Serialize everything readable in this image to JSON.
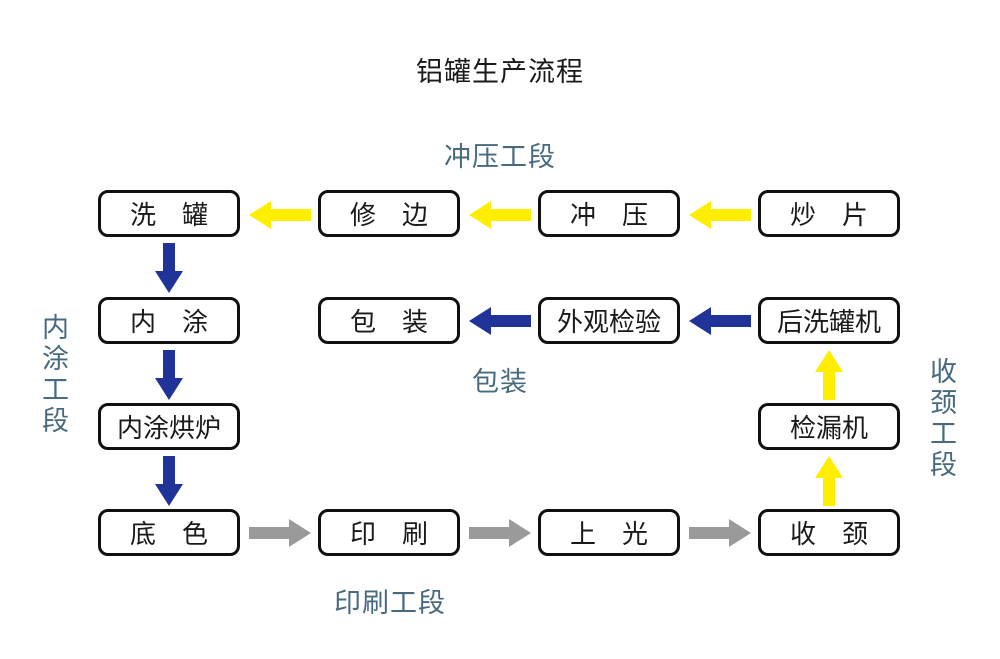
{
  "title": "铝罐生产流程",
  "section_labels": {
    "stamping": "冲压工段",
    "packing": "包装",
    "printing": "印刷工段",
    "inner_coating": "内涂工段",
    "necking": "收颈工段"
  },
  "boxes": [
    {
      "id": "xi-guan",
      "label": "洗　罐"
    },
    {
      "id": "xiu-bian",
      "label": "修　边"
    },
    {
      "id": "chong-ya",
      "label": "冲　压"
    },
    {
      "id": "chao-pian",
      "label": "炒　片"
    },
    {
      "id": "nei-tu",
      "label": "内　涂"
    },
    {
      "id": "bao-zhuang",
      "label": "包　装"
    },
    {
      "id": "wai-guan-jian-yan",
      "label": "外观检验"
    },
    {
      "id": "hou-xi-guan-ji",
      "label": "后洗罐机"
    },
    {
      "id": "nei-tu-hong-lu",
      "label": "内涂烘炉"
    },
    {
      "id": "jian-lou-ji",
      "label": "检漏机"
    },
    {
      "id": "di-se",
      "label": "底　色"
    },
    {
      "id": "yin-shua",
      "label": "印　刷"
    },
    {
      "id": "shang-guang",
      "label": "上　光"
    },
    {
      "id": "shou-jing",
      "label": "收　颈"
    }
  ],
  "edges": [
    {
      "from": "炒片",
      "to": "冲压",
      "color": "yellow",
      "direction": "left"
    },
    {
      "from": "冲压",
      "to": "修边",
      "color": "yellow",
      "direction": "left"
    },
    {
      "from": "修边",
      "to": "洗罐",
      "color": "yellow",
      "direction": "left"
    },
    {
      "from": "洗罐",
      "to": "内涂",
      "color": "blue",
      "direction": "down"
    },
    {
      "from": "内涂",
      "to": "内涂烘炉",
      "color": "blue",
      "direction": "down"
    },
    {
      "from": "内涂烘炉",
      "to": "底色",
      "color": "blue",
      "direction": "down"
    },
    {
      "from": "底色",
      "to": "印刷",
      "color": "gray",
      "direction": "right"
    },
    {
      "from": "印刷",
      "to": "上光",
      "color": "gray",
      "direction": "right"
    },
    {
      "from": "上光",
      "to": "收颈",
      "color": "gray",
      "direction": "right"
    },
    {
      "from": "收颈",
      "to": "检漏机",
      "color": "yellow",
      "direction": "up"
    },
    {
      "from": "检漏机",
      "to": "后洗罐机",
      "color": "yellow",
      "direction": "up"
    },
    {
      "from": "后洗罐机",
      "to": "外观检验",
      "color": "blue",
      "direction": "left"
    },
    {
      "from": "外观检验",
      "to": "包装",
      "color": "blue",
      "direction": "left"
    }
  ],
  "colors": {
    "arrow_yellow": "#FFEE00",
    "arrow_blue": "#1F3399",
    "arrow_gray": "#9A9A9A",
    "label_teal": "#486A7E",
    "box_border": "#101010",
    "background": "#FFFFFF"
  }
}
